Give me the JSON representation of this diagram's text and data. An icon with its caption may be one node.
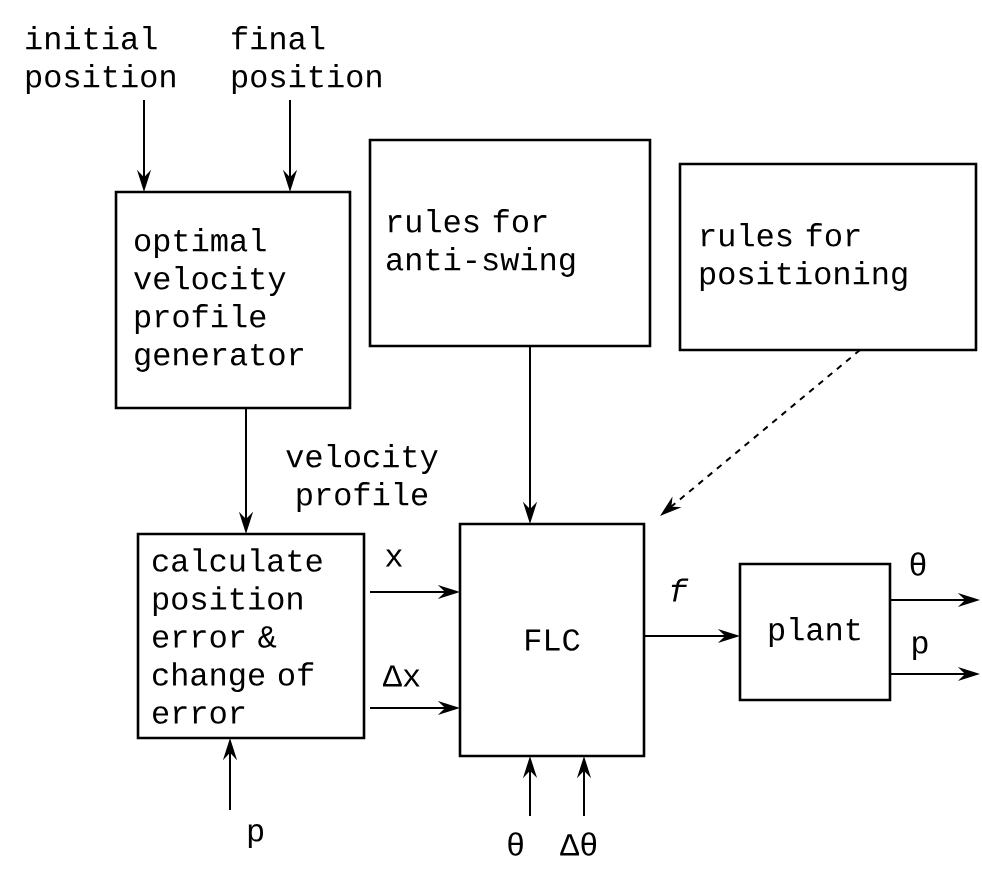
{
  "diagram": {
    "nodes": [
      {
        "text": [
          "initial position"
        ]
      },
      {
        "text": [
          "final position"
        ]
      },
      {
        "text": [
          "optimal velocity profile generator"
        ]
      },
      {
        "text": [
          "rules for anti-swing"
        ]
      },
      {
        "text": [
          "rules for positioning"
        ]
      },
      {
        "text": [
          "calculate position error & change of error"
        ]
      },
      {
        "text": [
          "FLC"
        ]
      },
      {
        "text": [
          "plant"
        ]
      },
      {
        "text": [
          "p"
        ]
      },
      {
        "text": [
          "θ"
        ]
      },
      {
        "text": [
          "Δθ"
        ]
      }
    ],
    "edges": [
      {
        "from": 0,
        "to": 2,
        "arrow": "to"
      },
      {
        "from": 1,
        "to": 2,
        "arrow": "to"
      },
      {
        "from": 2,
        "to": 5,
        "arrow": "to",
        "label": "velocity profile"
      },
      {
        "from": 3,
        "to": 6,
        "arrow": "to"
      },
      {
        "from": 4,
        "to": 6,
        "arrow": "to",
        "style": "dashed"
      },
      {
        "from": 5,
        "to": 6,
        "arrow": "to",
        "label": "x"
      },
      {
        "from": 5,
        "to": 6,
        "arrow": "to",
        "label": "Δx"
      },
      {
        "from": 6,
        "to": 7,
        "arrow": "to",
        "label": "f"
      },
      {
        "from": 7,
        "to": null,
        "arrow": "to",
        "label": "θ"
      },
      {
        "from": 7,
        "to": null,
        "arrow": "to",
        "label": "p"
      },
      {
        "from": 8,
        "to": 5,
        "arrow": "to"
      },
      {
        "from": 9,
        "to": 6,
        "arrow": "to"
      },
      {
        "from": 10,
        "to": 6,
        "arrow": "to"
      }
    ]
  }
}
